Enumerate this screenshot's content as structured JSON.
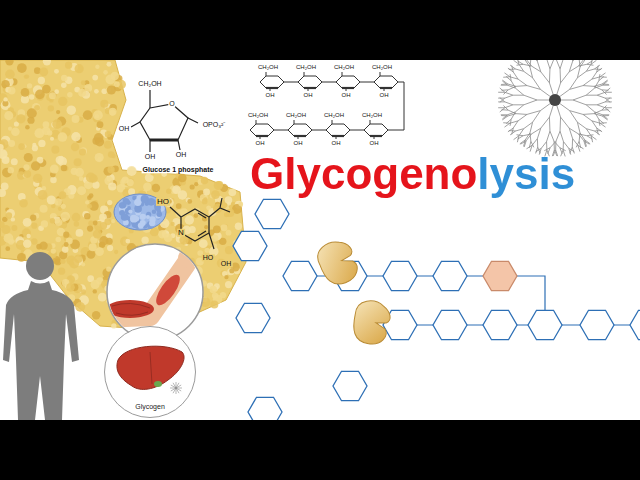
{
  "diagram": {
    "title": "Glycogenolysis",
    "nodes": [
      {
        "text": [
          "Glycogen"
        ]
      }
    ],
    "labels": [
      "CH₂OH",
      "OH",
      "CH₂OH",
      "OH",
      "CH₂OH",
      "OH",
      "CH₂OH",
      "OH",
      "CH₂OH",
      "OH",
      "CH₂OH",
      "OH",
      "CH₂OH",
      "OH",
      "CH₂OH",
      "OH",
      "CH₂OH",
      "O",
      "OH",
      "OH",
      "OH",
      "OPO₃²⁻",
      "Glucose 1 phosphate",
      "HO",
      "N",
      "HO",
      "OH"
    ]
  }
}
